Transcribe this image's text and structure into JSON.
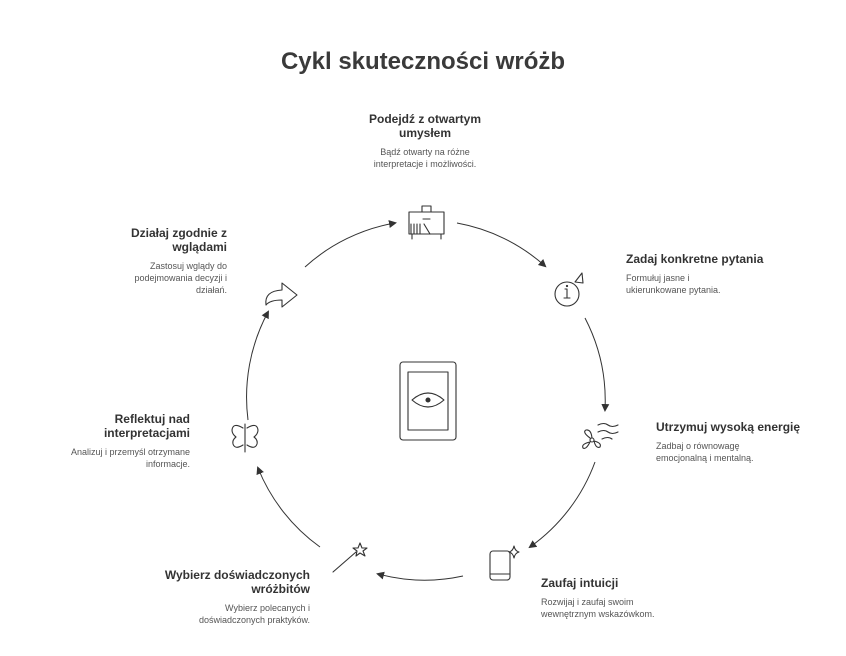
{
  "title": "Cykl skuteczności wróżb",
  "steps": [
    {
      "title": "Podejdź z otwartym umysłem",
      "desc": "Bądź otwarty na różne interpretacje i możliwości.",
      "icon": "piano-icon"
    },
    {
      "title": "Zadaj konkretne pytania",
      "desc": "Formułuj jasne i ukierunkowane pytania.",
      "icon": "info-icon"
    },
    {
      "title": "Utrzymuj wysoką energię",
      "desc": "Zadbaj o równowagę emocjonalną i mentalną.",
      "icon": "fan-wind-icon"
    },
    {
      "title": "Zaufaj intuicji",
      "desc": "Rozwijaj i zaufaj swoim wewnętrznym wskazówkom.",
      "icon": "phone-sparkle-icon"
    },
    {
      "title": "Wybierz doświadczonych wróżbitów",
      "desc": "Wybierz polecanych i doświadczonych praktyków.",
      "icon": "magic-wand-icon"
    },
    {
      "title": "Reflektuj nad interpretacjami",
      "desc": "Analizuj i przemyśl otrzymane informacje.",
      "icon": "butterfly-icon"
    },
    {
      "title": "Działaj zgodnie z wglądami",
      "desc": "Zastosuj wglądy do podejmowania decyzji i działań.",
      "icon": "forward-arrow-icon"
    }
  ],
  "center_icon": "tarot-card-icon",
  "colors": {
    "stroke": "#333333",
    "text": "#333333"
  }
}
